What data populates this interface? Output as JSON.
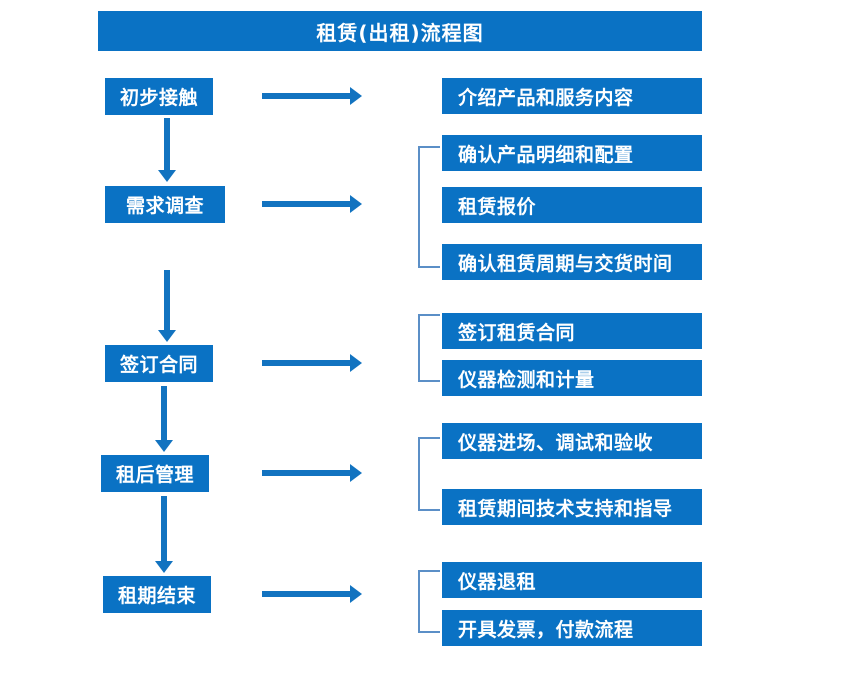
{
  "title": "租赁(出租)流程图",
  "colors": {
    "box_fill": "#0a72c4",
    "box_text": "#ffffff",
    "arrow": "#1273c0",
    "bracket": "#5b8fc7",
    "background": "#ffffff"
  },
  "stages": [
    {
      "label": "初步接触"
    },
    {
      "label": "需求调查"
    },
    {
      "label": "签订合同"
    },
    {
      "label": "租后管理"
    },
    {
      "label": "租期结束"
    }
  ],
  "details": [
    {
      "label": "介绍产品和服务内容"
    },
    {
      "label": "确认产品明细和配置"
    },
    {
      "label": "租赁报价"
    },
    {
      "label": "确认租赁周期与交货时间"
    },
    {
      "label": "签订租赁合同"
    },
    {
      "label": "仪器检测和计量"
    },
    {
      "label": "仪器进场、调试和验收"
    },
    {
      "label": "租赁期间技术支持和指导"
    },
    {
      "label": "仪器退租"
    },
    {
      "label": "开具发票，付款流程"
    }
  ],
  "connectors": {
    "horizontal_arrow_count": 5,
    "vertical_arrow_count": 4,
    "bracket_count": 4
  }
}
